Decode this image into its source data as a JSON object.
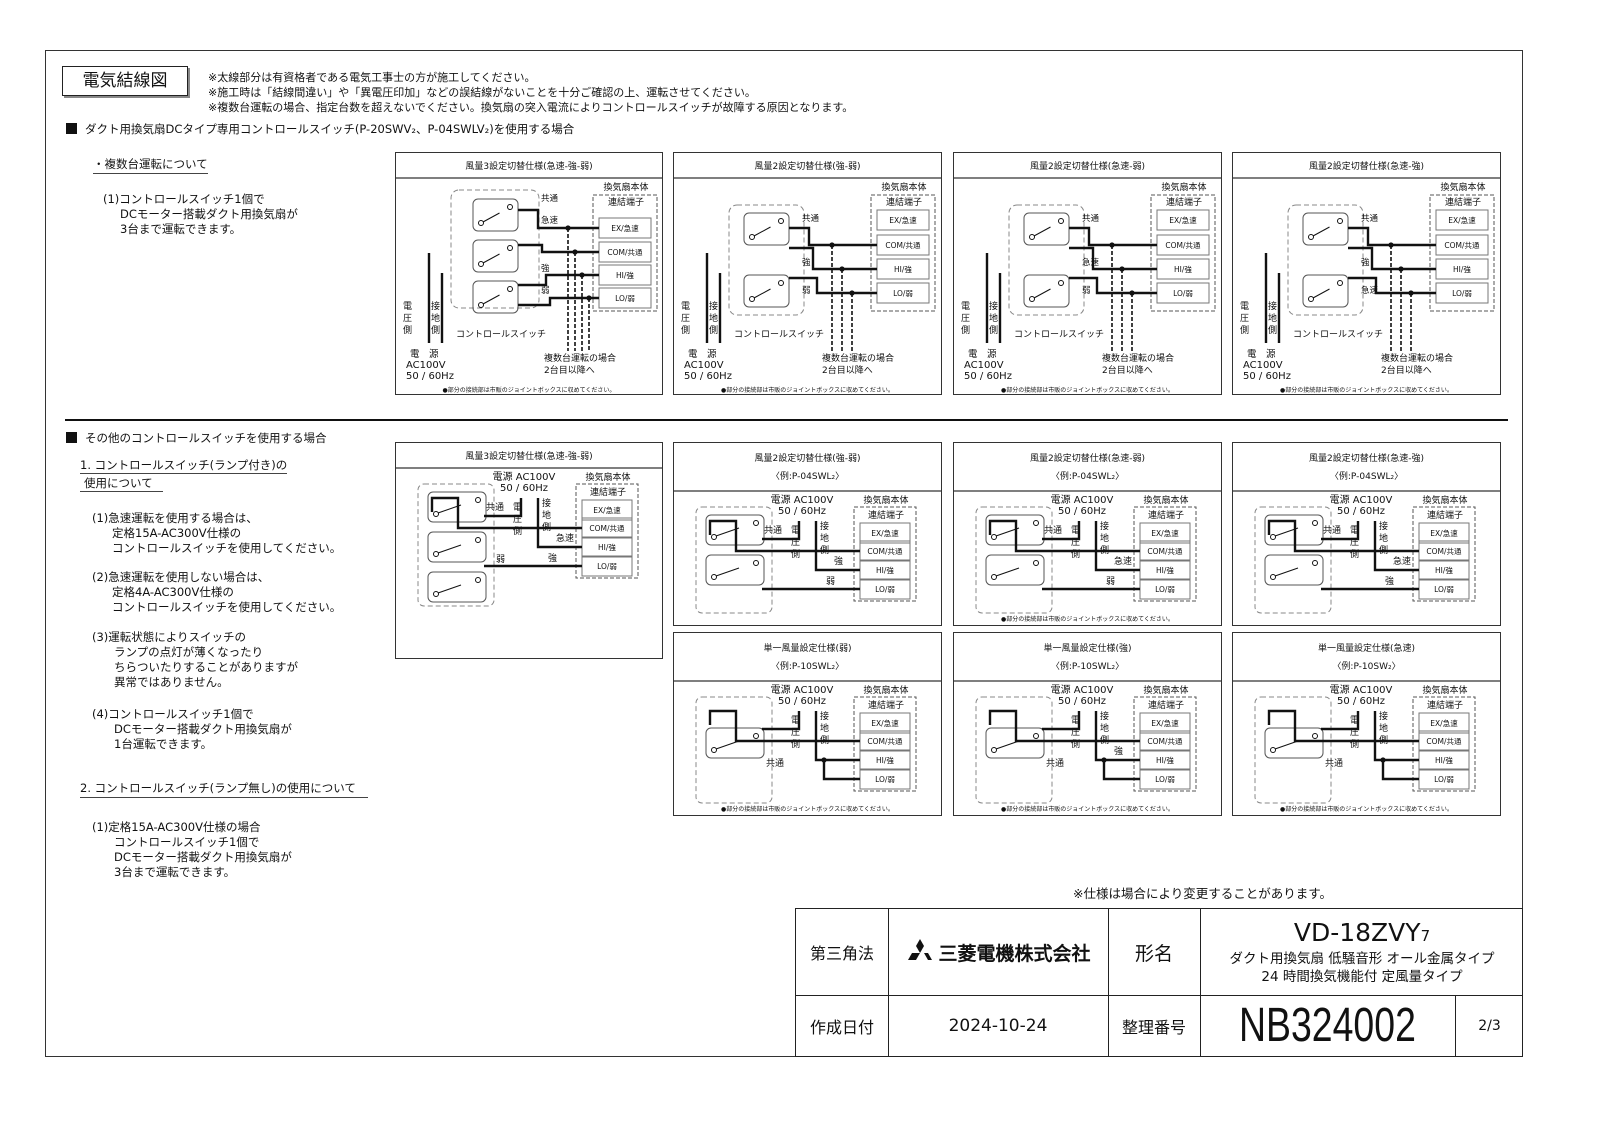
{
  "header": {
    "title": "電気結線図",
    "notes": [
      "※太線部分は有資格者である電気工事士の方が施工してください。",
      "※施工時は「結線間違い」や「異電圧印加」などの誤結線がないことを十分ご確認の上、運転させてください。",
      "※複数台運転の場合、指定台数を超えないでください。換気扇の突入電流によりコントロールスイッチが故障する原因となります。"
    ]
  },
  "section1": {
    "heading": "ダクト用換気扇DCタイプ専用コントロールスイッチ(P-20SWV₂、P-04SWLV₂)を使用する場合",
    "subheading": "・複数台運転について",
    "item": [
      "(1)コントロールスイッチ1個で",
      "DCモーター搭載ダクト用換気扇が",
      "3台まで運転できます。"
    ]
  },
  "common": {
    "fan_body": "換気扇本体",
    "terminal_block": "連結端子",
    "terminals": [
      "EX/急速",
      "COM/共通",
      "HI/強",
      "LO/弱"
    ],
    "voltage_side": "電圧側",
    "ground_side": "接地側",
    "control_switch": "コントロールスイッチ",
    "power": "電　源",
    "ac": "AC100V",
    "hz": "50 / 60Hz",
    "power_line": "電源  AC100V",
    "multi_1": "複数台運転の場合",
    "multi_2": "2台目以降へ",
    "footnote": "●部分の接続部は市販のジョイントボックスに収めてください。",
    "common_label": "共通"
  },
  "top_panels": [
    {
      "title": "風量3設定切替仕様(急速-強-弱)",
      "labels": [
        "共通",
        "急速",
        "強",
        "弱"
      ]
    },
    {
      "title": "風量2設定切替仕様(強-弱)",
      "labels": [
        "共通",
        "強",
        "弱"
      ]
    },
    {
      "title": "風量2設定切替仕様(急速-弱)",
      "labels": [
        "共通",
        "急速",
        "弱"
      ]
    },
    {
      "title": "風量2設定切替仕様(急速-強)",
      "labels": [
        "共通",
        "強",
        "急速"
      ]
    }
  ],
  "section2": {
    "heading": "その他のコントロールスイッチを使用する場合",
    "sub1": [
      "1. コントロールスイッチ(ランプ付き)の",
      "使用について"
    ],
    "items": [
      [
        "(1)急速運転を使用する場合は、",
        "定格15A-AC300V仕様の",
        "コントロールスイッチを使用してください。"
      ],
      [
        "(2)急速運転を使用しない場合は、",
        "定格4A-AC300V仕様の",
        "コントロールスイッチを使用してください。"
      ],
      [
        "(3)運転状態によりスイッチの",
        "ランプの点灯が薄くなったり",
        "ちらついたりすることがありますが",
        "異常ではありません。"
      ],
      [
        "(4)コントロールスイッチ1個で",
        "DCモーター搭載ダクト用換気扇が",
        "1台運転できます。"
      ]
    ],
    "sub2": "2. コントロールスイッチ(ランプ無し)の使用について",
    "items2": [
      "(1)定格15A-AC300V仕様の場合",
      "コントロールスイッチ1個で",
      "DCモーター搭載ダクト用換気扇が",
      "3台まで運転できます。"
    ]
  },
  "lower_panels": [
    {
      "title": "風量3設定切替仕様(急速-強-弱)",
      "example": "",
      "labels": [
        "共通",
        "急速",
        "強",
        "弱"
      ],
      "footnote": ""
    },
    {
      "title": "風量2設定切替仕様(強-弱)",
      "example": "〈例:P-04SWL₂〉",
      "labels": [
        "共通",
        "強",
        "弱"
      ],
      "footnote": ""
    },
    {
      "title": "風量2設定切替仕様(急速-弱)",
      "example": "〈例:P-04SWL₂〉",
      "labels": [
        "共通",
        "急速",
        "弱"
      ],
      "footnote": "●部分の接続部は市販のジョイントボックスに収めてください。"
    },
    {
      "title": "風量2設定切替仕様(急速-強)",
      "example": "〈例:P-04SWL₂〉",
      "labels": [
        "共通",
        "急速",
        "強"
      ],
      "footnote": ""
    },
    {
      "title": "単一風量設定仕様(弱)",
      "example": "〈例:P-10SWL₂〉",
      "labels": [
        "共通"
      ],
      "footnote": "●部分の接続部は市販のジョイントボックスに収めてください。"
    },
    {
      "title": "単一風量設定仕様(強)",
      "example": "〈例:P-10SWL₂〉",
      "labels": [
        "共通",
        "強"
      ],
      "footnote": "●部分の接続部は市販のジョイントボックスに収めてください。"
    },
    {
      "title": "単一風量設定仕様(急速)",
      "example": "〈例:P-10SW₂〉",
      "labels": [
        "共通"
      ],
      "footnote": "●部分の接続部は市販のジョイントボックスに収めてください。"
    }
  ],
  "spec_note": "※仕様は場合により変更することがあります。",
  "title_block": {
    "projection": "第三角法",
    "company": "三菱電機株式会社",
    "model_label": "形名",
    "model": "VD-18ZVY",
    "model_suffix": "7",
    "desc_1": "ダクト用換気扇  低騒音形  オール金属タイプ",
    "desc_2": "24 時間換気機能付  定風量タイプ",
    "date_label": "作成日付",
    "date": "2024-10-24",
    "ref_label": "整理番号",
    "ref": "NB324002",
    "page": "2/3"
  }
}
